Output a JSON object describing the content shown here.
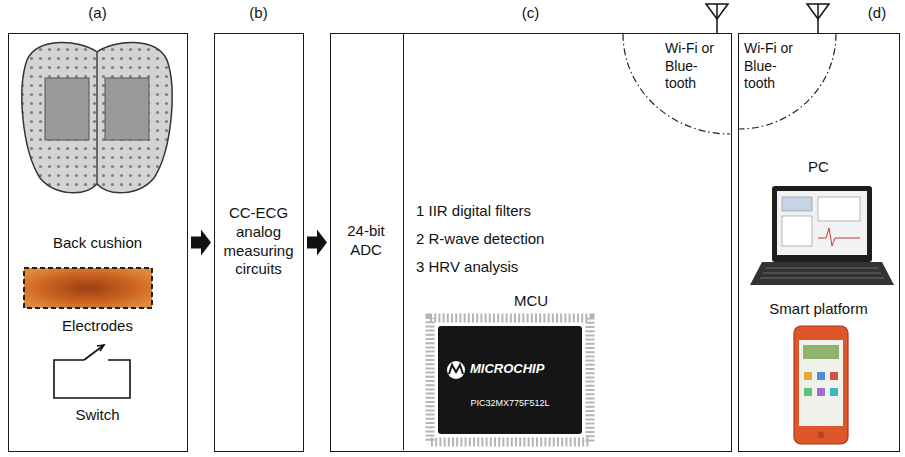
{
  "diagram": {
    "nodes": [
      {
        "text": [
          "(a)",
          "Back cushion",
          "Electrodes",
          "Switch"
        ]
      },
      {
        "text": [
          "(b)",
          "CC-ECG analog measuring circuits"
        ]
      },
      {
        "text": [
          "(c)"
        ]
      },
      {
        "text": [
          "24-bit ADC"
        ],
        "in": 2
      },
      {
        "text": [
          "1 IIR digital filters",
          "2 R-wave detection",
          "3 HRV analysis",
          "MCU"
        ],
        "in": 2
      },
      {
        "text": [
          "Wi-Fi or Blue- tooth"
        ],
        "in": 4
      },
      {
        "text": [
          "(d)",
          "PC",
          "Smart platform"
        ]
      },
      {
        "text": [
          "Wi-Fi or Blue- tooth"
        ],
        "in": 6
      }
    ],
    "edges": [
      {
        "from": 0,
        "to": 1,
        "arrow": "to"
      },
      {
        "from": 1,
        "to": 2,
        "arrow": "to"
      }
    ],
    "labels": [
      "MICROCHIP",
      "PIC32MX775F512L"
    ]
  }
}
